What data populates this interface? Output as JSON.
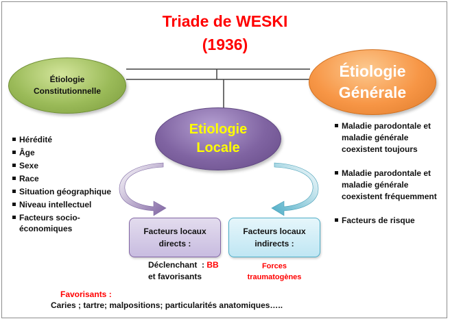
{
  "title": {
    "line1": "Triade de WESKI",
    "line2": "(1936)"
  },
  "ellipses": {
    "constitutionnelle": {
      "line1": "Étiologie",
      "line2": "Constitutionnelle"
    },
    "generale": {
      "line1": "Étiologie",
      "line2": "Générale"
    },
    "locale": {
      "line1": "Etiologie",
      "line2": "Locale"
    }
  },
  "left_list": [
    "Hérédité",
    "Âge",
    "Sexe",
    "Race",
    "Situation géographique",
    "Niveau intellectuel",
    "Facteurs socio-économiques"
  ],
  "right_list": [
    "Maladie parodontale et maladie générale coexistent toujours",
    "Maladie parodontale et maladie générale coexistent fréquemment",
    "Facteurs de risque"
  ],
  "boxes": {
    "directs": {
      "line1": "Facteurs locaux",
      "line2": "directs :"
    },
    "indirects": {
      "line1": "Facteurs locaux",
      "line2": "indirects :"
    }
  },
  "directs_detail": {
    "prefix": "Déclenchant  : ",
    "bb": "BB",
    "line2": "et favorisants"
  },
  "indirects_detail": {
    "line1": "Forces",
    "line2": "traumatogènes"
  },
  "favorisants": {
    "label": "Favorisants :",
    "text": "Caries ; tartre; malpositions; particularités anatomiques….."
  },
  "colors": {
    "title": "#ff0000",
    "constitutionnelle": "#9bbb59",
    "generale": "#f79646",
    "locale": "#8064a2",
    "locale_text": "#ffff00",
    "arrow_left": "#8064a2",
    "arrow_right": "#4bacc6"
  }
}
